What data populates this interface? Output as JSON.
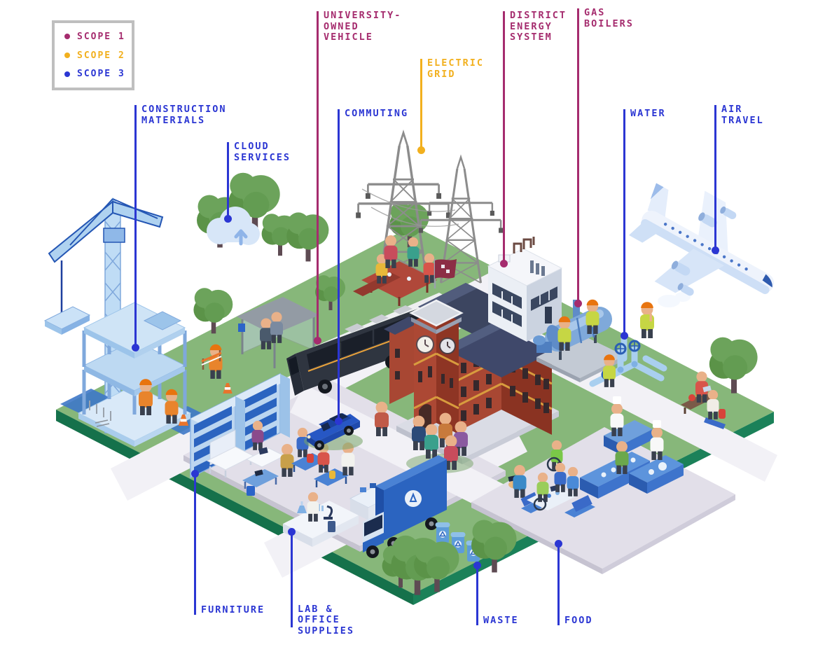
{
  "title": "University campus greenhouse-gas emission sources by scope",
  "colors": {
    "scope1": "#A52C6E",
    "scope2": "#F2B01E",
    "scope3": "#2B36D3",
    "grass": "#87B77A",
    "ground_edge": "#18794F",
    "path": "#F2F1F6",
    "plaza": "#E2DFE9",
    "legend_border": "#BFBFBF"
  },
  "legend": {
    "items": [
      {
        "label": "SCOPE 1",
        "scope": "scope1"
      },
      {
        "label": "SCOPE 2",
        "scope": "scope2"
      },
      {
        "label": "SCOPE 3",
        "scope": "scope3"
      }
    ]
  },
  "callouts": [
    {
      "id": "construction-materials",
      "text": "CONSTRUCTION\nMATERIALS",
      "scope": "scope3"
    },
    {
      "id": "cloud-services",
      "text": "CLOUD\nSERVICES",
      "scope": "scope3"
    },
    {
      "id": "university-owned-vehicle",
      "text": "UNIVERSITY-OWNED\nVEHICLE",
      "scope": "scope1"
    },
    {
      "id": "electric-grid",
      "text": "ELECTRIC\nGRID",
      "scope": "scope2"
    },
    {
      "id": "commuting",
      "text": "COMMUTING",
      "scope": "scope3"
    },
    {
      "id": "district-energy-system",
      "text": "DISTRICT\nENERGY\nSYSTEM",
      "scope": "scope1"
    },
    {
      "id": "gas-boilers",
      "text": "GAS\nBOILERS",
      "scope": "scope1"
    },
    {
      "id": "water",
      "text": "WATER",
      "scope": "scope3"
    },
    {
      "id": "air-travel",
      "text": "AIR\nTRAVEL",
      "scope": "scope3"
    },
    {
      "id": "furniture",
      "text": "FURNITURE",
      "scope": "scope3"
    },
    {
      "id": "lab-office-supplies",
      "text": "LAB & OFFICE\nSUPPLIES",
      "scope": "scope3"
    },
    {
      "id": "waste",
      "text": "WASTE",
      "scope": "scope3"
    },
    {
      "id": "food",
      "text": "FOOD",
      "scope": "scope3"
    }
  ],
  "scene": {
    "objects": [
      "campus-green",
      "construction-crane",
      "building-under-construction",
      "cloud-icon",
      "bus-stop-shelter",
      "campus-bus",
      "picnic-table",
      "transmission-towers",
      "university-hall",
      "district-energy-building",
      "gas-boiler-unit",
      "water-pipes",
      "airplane",
      "bookshelves",
      "office-desks",
      "lab-bench",
      "blue-car",
      "recycling-truck",
      "recycling-bins",
      "dining-area",
      "serving-counters",
      "park-bench",
      "students",
      "workers",
      "trees"
    ]
  }
}
